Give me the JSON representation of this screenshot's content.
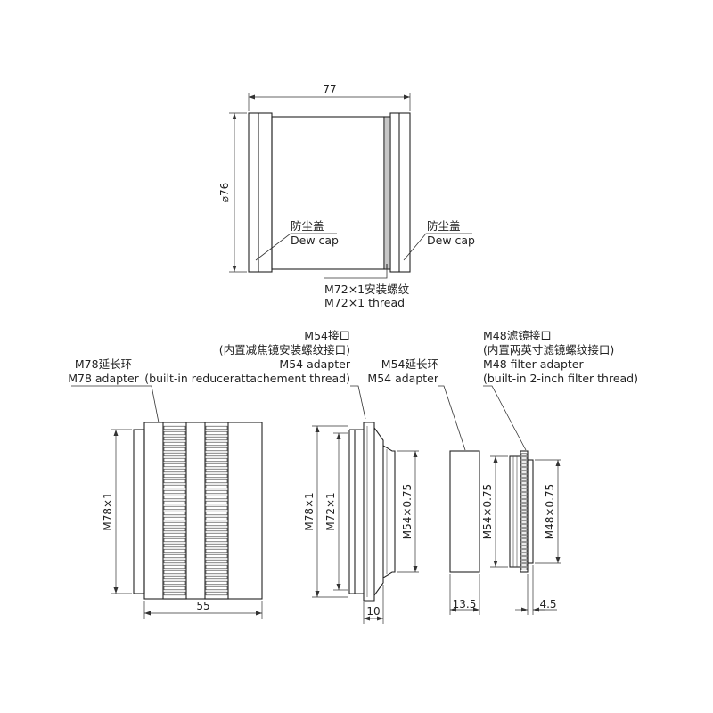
{
  "top": {
    "width_dim": "77",
    "diameter_dim": "⌀76",
    "dew_cap_left": {
      "zh": "防尘盖",
      "en": "Dew cap"
    },
    "dew_cap_right": {
      "zh": "防尘盖",
      "en": "Dew cap"
    },
    "thread": {
      "zh": "M72×1安装螺纹",
      "en": "M72×1 thread"
    }
  },
  "parts": {
    "m78": {
      "zh": "M78延长环",
      "en": "M78 adapter",
      "dim_v": "M78×1",
      "dim_h": "55"
    },
    "m54_reducer": {
      "zh": "M54接口",
      "zh2": "(内置减焦镜安装螺纹接口)",
      "en": "M54 adapter",
      "en2": "(built-in reducerattachement thread)",
      "dim_v1": "M78×1",
      "dim_v2": "M72×1",
      "dim_v3": "M54×0.75",
      "dim_h": "10"
    },
    "m54_ext": {
      "zh": "M54延长环",
      "en": "M54 adapter",
      "dim_h": "13.5"
    },
    "m48": {
      "zh": "M48滤镜接口",
      "zh2": "(内置两英寸滤镜螺纹接口)",
      "en": "M48 filter adapter",
      "en2": "(built-in 2-inch filter thread)",
      "dim_v1": "M54×0.75",
      "dim_v2": "M48×0.75",
      "dim_h": "4.5"
    }
  }
}
